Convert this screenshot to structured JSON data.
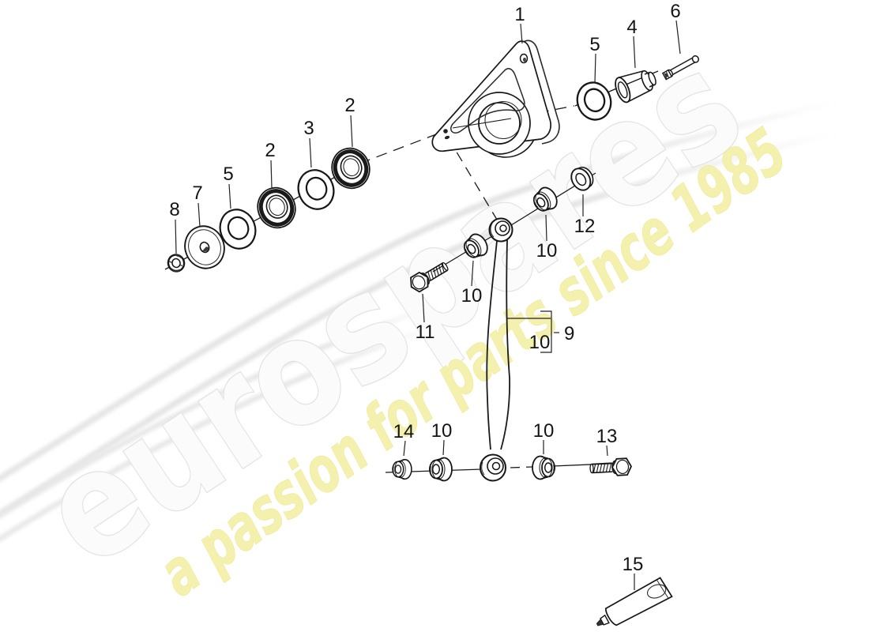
{
  "watermark": {
    "brand": "eurospares",
    "tagline": "a passion for parts since 1985",
    "brand_fill": "#fbfbfb",
    "brand_outline": "#e2e2e2",
    "tagline_fill": "#f4f0ae",
    "swoosh_color": "#e4e4e4"
  },
  "drawing": {
    "line_color": "#141414",
    "background": "#ffffff"
  },
  "callouts": [
    {
      "label": "1"
    },
    {
      "label": "5"
    },
    {
      "label": "4"
    },
    {
      "label": "6"
    },
    {
      "label": "2"
    },
    {
      "label": "3"
    },
    {
      "label": "2"
    },
    {
      "label": "5"
    },
    {
      "label": "7"
    },
    {
      "label": "8"
    },
    {
      "label": "10"
    },
    {
      "label": "11"
    },
    {
      "label": "10"
    },
    {
      "label": "12"
    },
    {
      "label": "10"
    },
    {
      "label": "9"
    },
    {
      "label": "14"
    },
    {
      "label": "10"
    },
    {
      "label": "10"
    },
    {
      "label": "13"
    },
    {
      "label": "15"
    }
  ]
}
